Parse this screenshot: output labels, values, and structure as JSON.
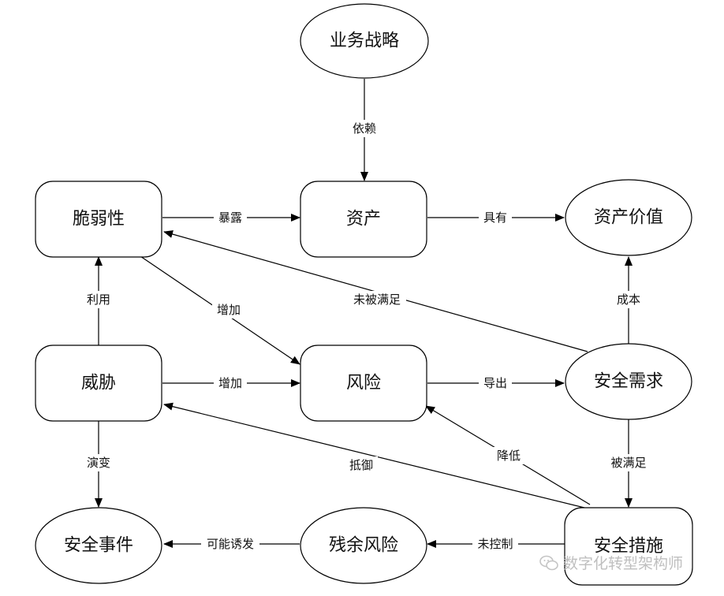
{
  "nodes": [
    {
      "id": "business_strategy",
      "label": "业务战略"
    },
    {
      "id": "asset",
      "label": "资产"
    },
    {
      "id": "asset_value",
      "label": "资产价值"
    },
    {
      "id": "vulnerability",
      "label": "脆弱性"
    },
    {
      "id": "threat",
      "label": "威胁"
    },
    {
      "id": "risk",
      "label": "风险"
    },
    {
      "id": "security_requirement",
      "label": "安全需求"
    },
    {
      "id": "security_incident",
      "label": "安全事件"
    },
    {
      "id": "residual_risk",
      "label": "残余风险"
    },
    {
      "id": "security_measure",
      "label": "安全措施"
    }
  ],
  "edges": [
    {
      "from": "business_strategy",
      "to": "asset",
      "label": "依赖"
    },
    {
      "from": "vulnerability",
      "to": "asset",
      "label": "暴露"
    },
    {
      "from": "asset",
      "to": "asset_value",
      "label": "具有"
    },
    {
      "from": "security_requirement",
      "to": "vulnerability",
      "label": "未被满足"
    },
    {
      "from": "vulnerability",
      "to": "risk",
      "label": "增加"
    },
    {
      "from": "threat",
      "to": "vulnerability",
      "label": "利用"
    },
    {
      "from": "security_requirement",
      "to": "asset_value",
      "label": "成本"
    },
    {
      "from": "threat",
      "to": "risk",
      "label": "增加"
    },
    {
      "from": "risk",
      "to": "security_requirement",
      "label": "导出"
    },
    {
      "from": "threat",
      "to": "security_incident",
      "label": "演变"
    },
    {
      "from": "security_measure",
      "to": "threat",
      "label": "抵御"
    },
    {
      "from": "security_measure",
      "to": "risk",
      "label": "降低"
    },
    {
      "from": "security_requirement",
      "to": "security_measure",
      "label": "被满足"
    },
    {
      "from": "residual_risk",
      "to": "security_incident",
      "label": "可能诱发"
    },
    {
      "from": "security_measure",
      "to": "residual_risk",
      "label": "未控制"
    }
  ],
  "watermark": {
    "text": "数字化转型架构师",
    "icon": "wechat-icon"
  }
}
